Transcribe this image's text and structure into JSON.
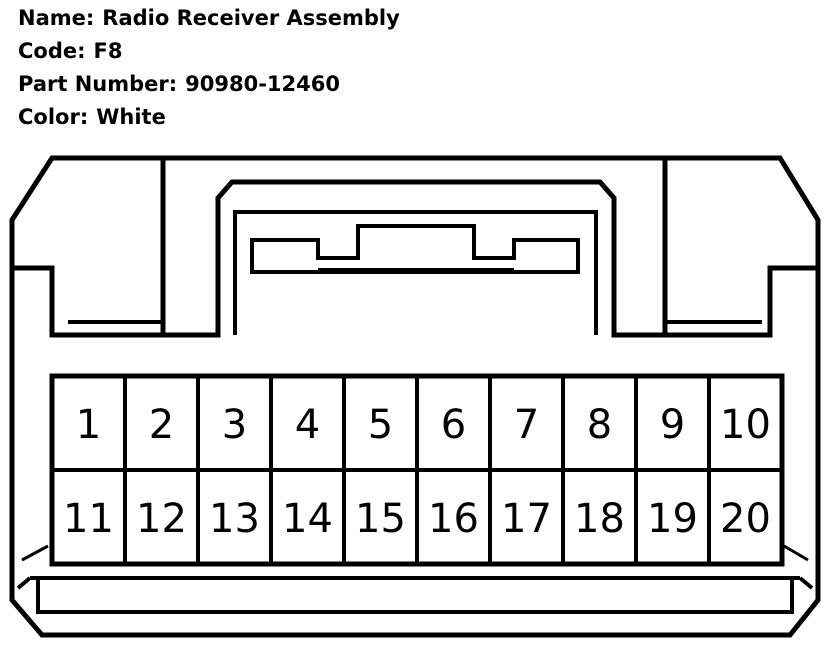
{
  "info": {
    "name_label": "Name:",
    "name_value": "Radio Receiver Assembly",
    "code_label": "Code:",
    "code_value": "F8",
    "part_label": "Part Number:",
    "part_value": "90980-12460",
    "color_label": "Color:",
    "color_value": "White"
  },
  "connector": {
    "pins_row1": [
      "1",
      "2",
      "3",
      "4",
      "5",
      "6",
      "7",
      "8",
      "9",
      "10"
    ],
    "pins_row2": [
      "11",
      "12",
      "13",
      "14",
      "15",
      "16",
      "17",
      "18",
      "19",
      "20"
    ],
    "line_color": "#000000",
    "fill_color": "#ffffff"
  }
}
